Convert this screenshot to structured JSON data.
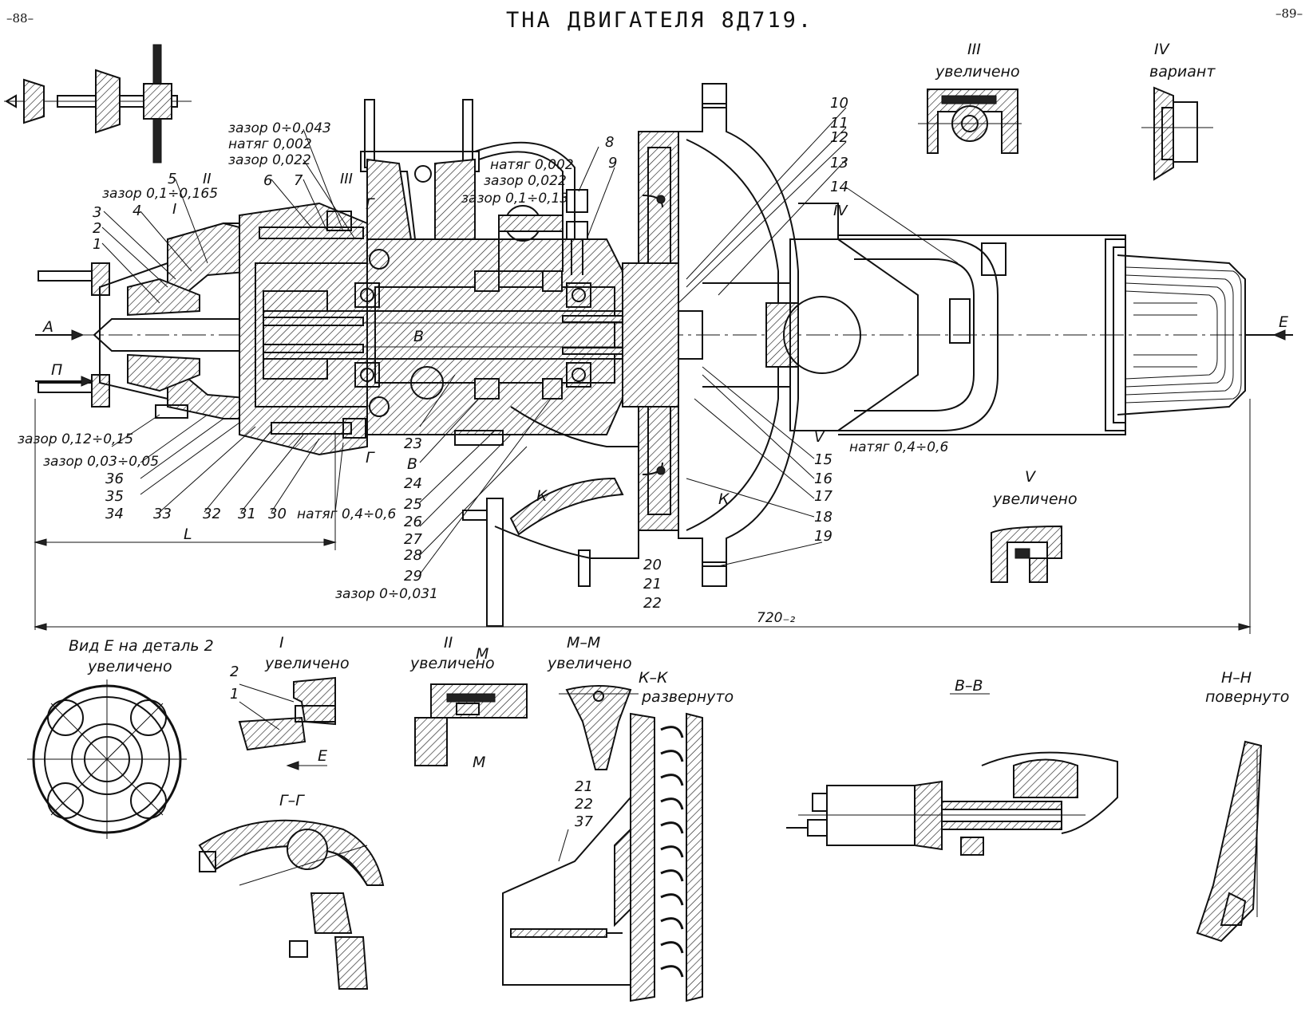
{
  "header": {
    "title": "ТНА ДВИГАТЕЛЯ 8Д719.",
    "page_left": "–88–",
    "page_right": "–89–"
  },
  "callouts": {
    "n1": "1",
    "n2": "2",
    "n3": "3",
    "n4": "4",
    "n5": "5",
    "n6": "6",
    "n7": "7",
    "n8": "8",
    "n9": "9",
    "n10": "10",
    "n11": "11",
    "n12": "12",
    "n13": "13",
    "n14": "14",
    "n15": "15",
    "n16": "16",
    "n17": "17",
    "n18": "18",
    "n19": "19",
    "n20": "20",
    "n21": "21",
    "n22": "22",
    "n23": "23",
    "n24": "24",
    "n25": "25",
    "n26": "26",
    "n27": "27",
    "n28": "28",
    "n29": "29",
    "n30": "30",
    "n31": "31",
    "n32": "32",
    "n33": "33",
    "n34": "34",
    "n35": "35",
    "n36": "36"
  },
  "notes": {
    "gap_0_0043": "зазор 0÷0,043",
    "interference_0002_top": "натяг 0,002",
    "gap_0022_top": "зазор 0,022",
    "gap_01_0165": "зазор 0,1÷0,165",
    "interference_0002_mid": "натяг 0,002",
    "gap_0022_mid": "зазор 0,022",
    "gap_01_013": "зазор 0,1÷0,13",
    "gap_012_015": "зазор 0,12÷0,15",
    "gap_003_005": "зазор 0,03÷0,05",
    "interference_04_06_left": "натяг 0,4÷0,6",
    "interference_04_06_right": "натяг 0,4÷0,6",
    "gap_0_0031": "зазор 0÷0,031"
  },
  "markers": {
    "arrow_a": "А",
    "arrow_p": "П",
    "arrow_e": "Е",
    "section_v": "В",
    "section_v_bottom": "В",
    "section_g_top": "Г",
    "section_g_bottom": "Г",
    "section_k_left": "К",
    "section_k_right": "К",
    "roman_1": "I",
    "roman_2": "II",
    "roman_3": "III",
    "roman_4": "IV",
    "roman_5": "V",
    "dim_L": "L",
    "dim_total": "720₋₂"
  },
  "views": {
    "iii_title": "III",
    "iii_sub": "увеличено",
    "iv_title": "IV",
    "iv_sub": "вариант",
    "v_title": "V",
    "v_sub": "увеличено",
    "viewE_title": "Вид Е на деталь 2",
    "viewE_sub": "увеличено",
    "i_title": "I",
    "i_sub": "увеличено",
    "i_lbl2": "2",
    "i_lbl1": "1",
    "i_lblE": "Е",
    "ii_title": "II",
    "ii_sub": "увеличено",
    "ii_m_top": "М",
    "ii_m_bottom": "М",
    "mm_title": "М–М",
    "mm_sub": "увеличено",
    "kk_title": "К–К",
    "kk_sub": "развернуто",
    "kk_21": "21",
    "kk_22": "22",
    "kk_37": "37",
    "gg_title": "Г–Г",
    "vv_title": "В–В",
    "nn_title": "Н–Н",
    "nn_sub": "повернуто"
  }
}
